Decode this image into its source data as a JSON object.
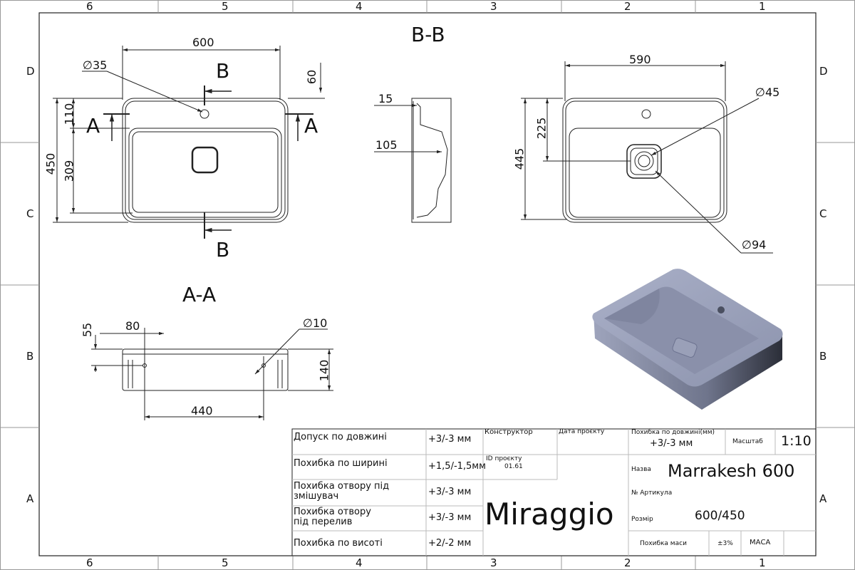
{
  "zones": {
    "columns": [
      "6",
      "5",
      "4",
      "3",
      "2",
      "1"
    ],
    "rows": [
      "D",
      "C",
      "B",
      "A"
    ]
  },
  "views": {
    "section_bb": "B-B",
    "section_aa": "A-A",
    "cut_label_b": "B",
    "cut_label_a": "A"
  },
  "dimensions": {
    "top_width": "600",
    "hole_dia": "∅35",
    "depth_60": "60",
    "height_450": "450",
    "dim_110": "110",
    "dim_309": "309",
    "side_15": "15",
    "side_105": "105",
    "right_width": "590",
    "right_225": "225",
    "right_445": "445",
    "drain_dia_45": "∅45",
    "drain_dia_94": "∅94",
    "aa_55": "55",
    "aa_80": "80",
    "aa_dia_10": "∅10",
    "aa_140": "140",
    "aa_440": "440"
  },
  "title_block": {
    "tolerances": [
      {
        "label": "Допуск по довжині",
        "value": "+3/-3 мм"
      },
      {
        "label": "Похибка по ширині",
        "value": "+1,5/-1,5мм"
      },
      {
        "label": "Похибка отвору під змішувач",
        "value": "+3/-3 мм"
      },
      {
        "label": "Похибка отвору під перелив",
        "value": "+3/-3 мм"
      },
      {
        "label": "Похибка по висоті",
        "value": "+2/-2 мм"
      }
    ],
    "designer_label": "Конструктор",
    "project_date_label": "Дата проєкту",
    "project_id_label": "ID проєкту",
    "project_id": "01.61",
    "brand": "Miraggio",
    "length_tol_label": "Похибка по довжині(мм)",
    "length_tol_value": "+3/-3 мм",
    "scale_label": "Масштаб",
    "scale_value": "1:10",
    "name_label": "Назва",
    "name_value": "Marrakesh 600",
    "article_label": "№ Артикула",
    "size_label": "Розмір",
    "size_value": "600/450",
    "mass_tol_label": "Похибка маси",
    "mass_tol_value": "±3%",
    "mass_label": "МАСА"
  },
  "colors": {
    "line": "#222222",
    "render": "#8c93ad"
  }
}
